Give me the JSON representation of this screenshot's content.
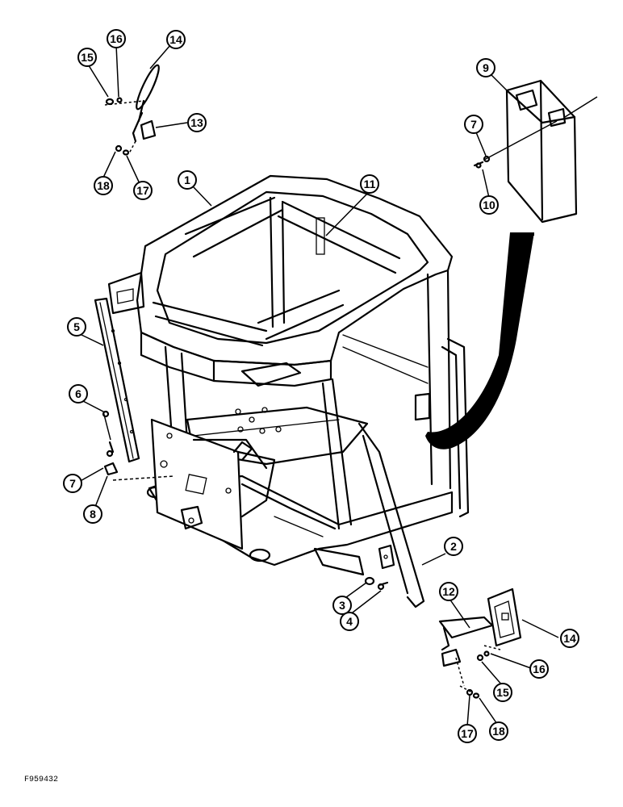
{
  "figure_id": "F959432",
  "callouts": [
    {
      "id": "c15a",
      "label": "15"
    },
    {
      "id": "c16a",
      "label": "16"
    },
    {
      "id": "c14a",
      "label": "14"
    },
    {
      "id": "c13",
      "label": "13"
    },
    {
      "id": "c18a",
      "label": "18"
    },
    {
      "id": "c17a",
      "label": "17"
    },
    {
      "id": "c1",
      "label": "1"
    },
    {
      "id": "c11",
      "label": "11"
    },
    {
      "id": "c9",
      "label": "9"
    },
    {
      "id": "c7a",
      "label": "7"
    },
    {
      "id": "c10",
      "label": "10"
    },
    {
      "id": "c5",
      "label": "5"
    },
    {
      "id": "c6",
      "label": "6"
    },
    {
      "id": "c7b",
      "label": "7"
    },
    {
      "id": "c8",
      "label": "8"
    },
    {
      "id": "c2",
      "label": "2"
    },
    {
      "id": "c3",
      "label": "3"
    },
    {
      "id": "c4",
      "label": "4"
    },
    {
      "id": "c12",
      "label": "12"
    },
    {
      "id": "c14b",
      "label": "14"
    },
    {
      "id": "c16b",
      "label": "16"
    },
    {
      "id": "c15b",
      "label": "15"
    },
    {
      "id": "c17b",
      "label": "17"
    },
    {
      "id": "c18b",
      "label": "18"
    }
  ]
}
